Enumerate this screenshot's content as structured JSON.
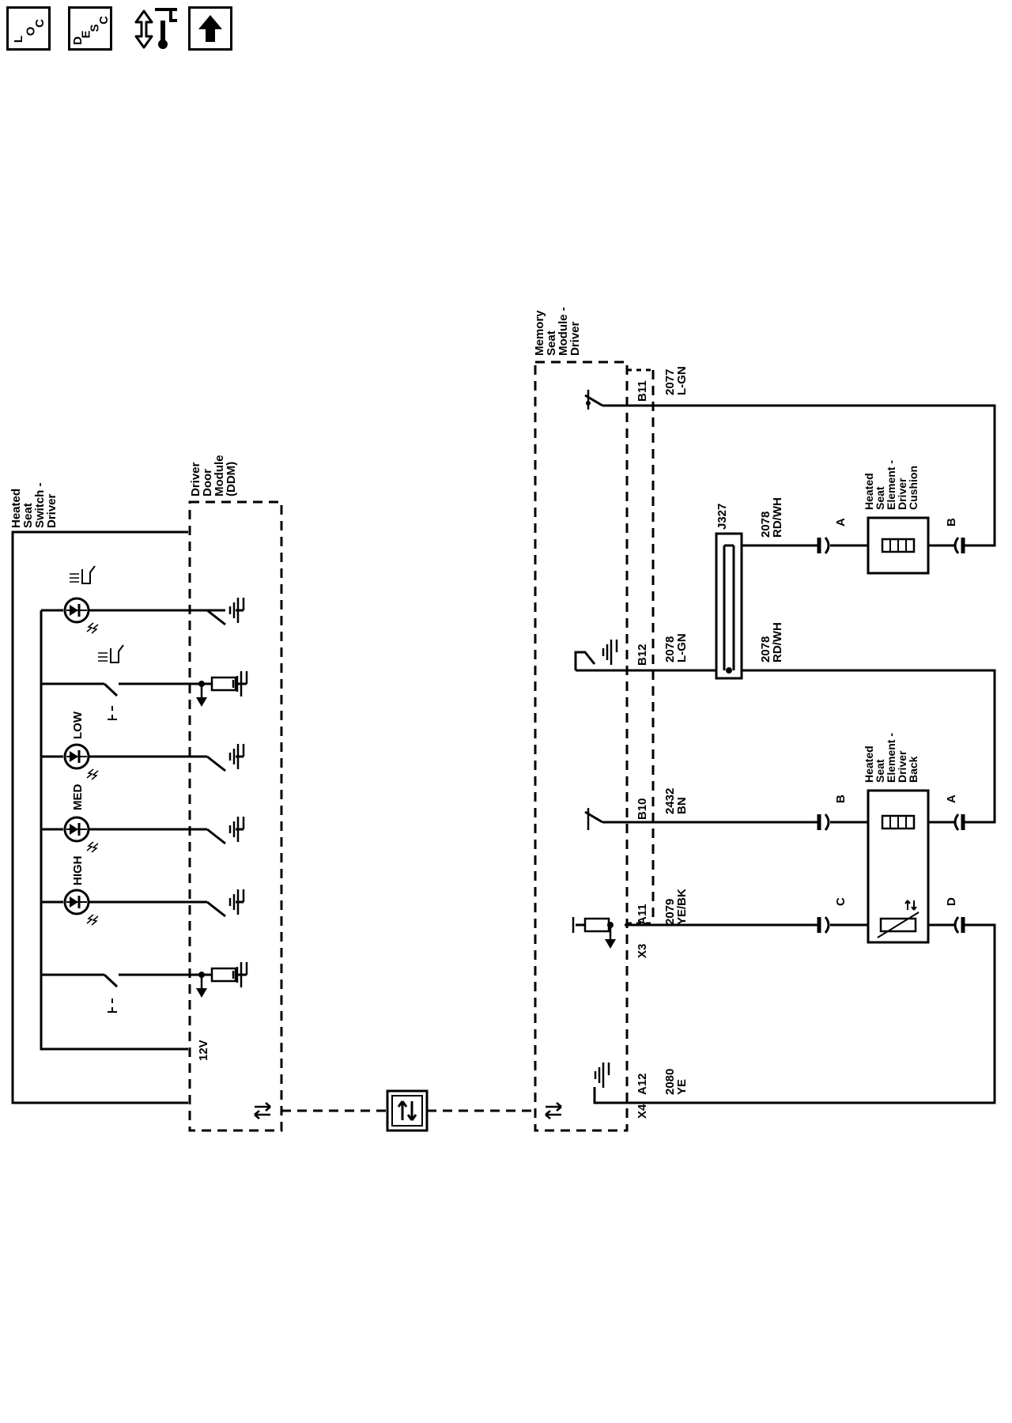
{
  "toolbar": {
    "loc_letters": [
      "L",
      "O",
      "C"
    ],
    "desc_letters": [
      "D",
      "E",
      "S",
      "C"
    ]
  },
  "components": {
    "switch_label": [
      "Heated",
      "Seat",
      "Switch -",
      "Driver"
    ],
    "ddm_label": [
      "Driver",
      "Door",
      "Module",
      "(DDM)"
    ],
    "msm_label": [
      "Memory",
      "Seat",
      "Module -",
      "Driver"
    ],
    "cushion_label": [
      "Heated",
      "Seat",
      "Element -",
      "Driver",
      "Cushion"
    ],
    "back_label": [
      "Heated",
      "Seat",
      "Element -",
      "Driver",
      "Back"
    ],
    "splice": "J327"
  },
  "switch": {
    "indicator_labels": [
      "LOW",
      "MED",
      "HIGH"
    ],
    "supply_label": "12V"
  },
  "connectors": {
    "x3": "X3",
    "x4": "X4",
    "pins": [
      "B11",
      "B12",
      "B10",
      "A11",
      "A12"
    ]
  },
  "wires": [
    {
      "circuit": "2077",
      "color": "L-GN"
    },
    {
      "circuit": "2078",
      "color": "L-GN"
    },
    {
      "circuit": "2432",
      "color": "BN"
    },
    {
      "circuit": "2079",
      "color": "YE/BK"
    },
    {
      "circuit": "2080",
      "color": "YE"
    },
    {
      "circuit": "2078",
      "color": "RD/WH"
    },
    {
      "circuit": "2078",
      "color": "RD/WH"
    }
  ],
  "terminals": {
    "cushion_a": "A",
    "cushion_b": "B",
    "back_b": "B",
    "back_a": "A",
    "back_c": "C",
    "back_d": "D"
  }
}
